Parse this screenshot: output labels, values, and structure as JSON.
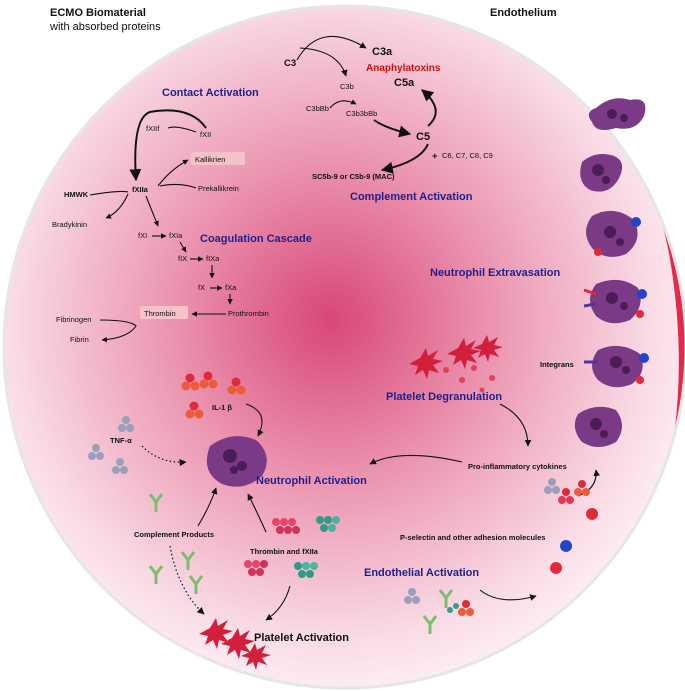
{
  "corner_labels": {
    "biomaterial_title": "ECMO Biomaterial",
    "biomaterial_subtitle": "with absorbed proteins",
    "endothelium": "Endothelium"
  },
  "headings": {
    "contact_activation": "Contact Activation",
    "coagulation_cascade": "Coagulation Cascade",
    "complement_activation": "Complement Activation",
    "neutrophil_extravasation": "Neutrophil Extravasation",
    "platelet_degranulation": "Platelet Degranulation",
    "neutrophil_activation": "Neutrophil Activation",
    "endothelial_activation": "Endothelial Activation",
    "platelet_activation": "Platelet Activation"
  },
  "complement": {
    "c3": "C3",
    "c3a": "C3a",
    "anaphylatoxins": "Anaphylatoxins",
    "c5a": "C5a",
    "c3b": "C3b",
    "c3bbb": "C3bBb",
    "c3b3bbb": "C3b3bBb",
    "c5": "C5",
    "plus": "+",
    "c6_c9": "C6, C7, C8, C9",
    "mac": "SC5b-9 or C5b-9 (MAC)"
  },
  "contact": {
    "fxiif": "fXIIf",
    "fxii": "fXII",
    "kallikrien": "Kallikrien",
    "fxiia": "fXIIa",
    "prekallikrein": "Prekallikrein",
    "hmwk": "HMWK",
    "bradykinin": "Bradykinin"
  },
  "coagulation": {
    "fxi": "fXI",
    "fxia": "fXIa",
    "fix": "fIX",
    "fixa": "fIXa",
    "fx": "fX",
    "fxa": "fXa",
    "fibrinogen": "Fibrinogen",
    "fibrin": "Fibrin",
    "thrombin": "Thrombin",
    "prothrombin": "Prothrombin"
  },
  "labels": {
    "il1b": "IL-1 β",
    "tnfa": "TNF-α",
    "integrans": "Integrans",
    "pro_inflammatory": "Pro-inflammatory cytokines",
    "complement_products": "Complement Products",
    "thrombin_fxiia": "Thrombin and fXIIa",
    "p_selectin": "P-selectin and other adhesion molecules"
  },
  "colors": {
    "vessel_center": "#d84777",
    "vessel_edge": "#fbe8ee",
    "vessel_wall": "#e8284a",
    "heading_blue": "#1f1f8c",
    "anaphylatoxin_red": "#cc1010",
    "neutrophil": "#7b3a86",
    "platelet_red": "#d21f3c",
    "highlight_pink": "#f4c2c8"
  },
  "icons": {
    "neutrophil": "neutrophil-cell-icon",
    "platelet": "activated-platelet-icon",
    "cytokine": "cytokine-cluster-icon",
    "antibody": "complement-y-icon",
    "thrombin_cluster": "thrombin-cluster-icon",
    "receptor": "adhesion-receptor-icon"
  }
}
